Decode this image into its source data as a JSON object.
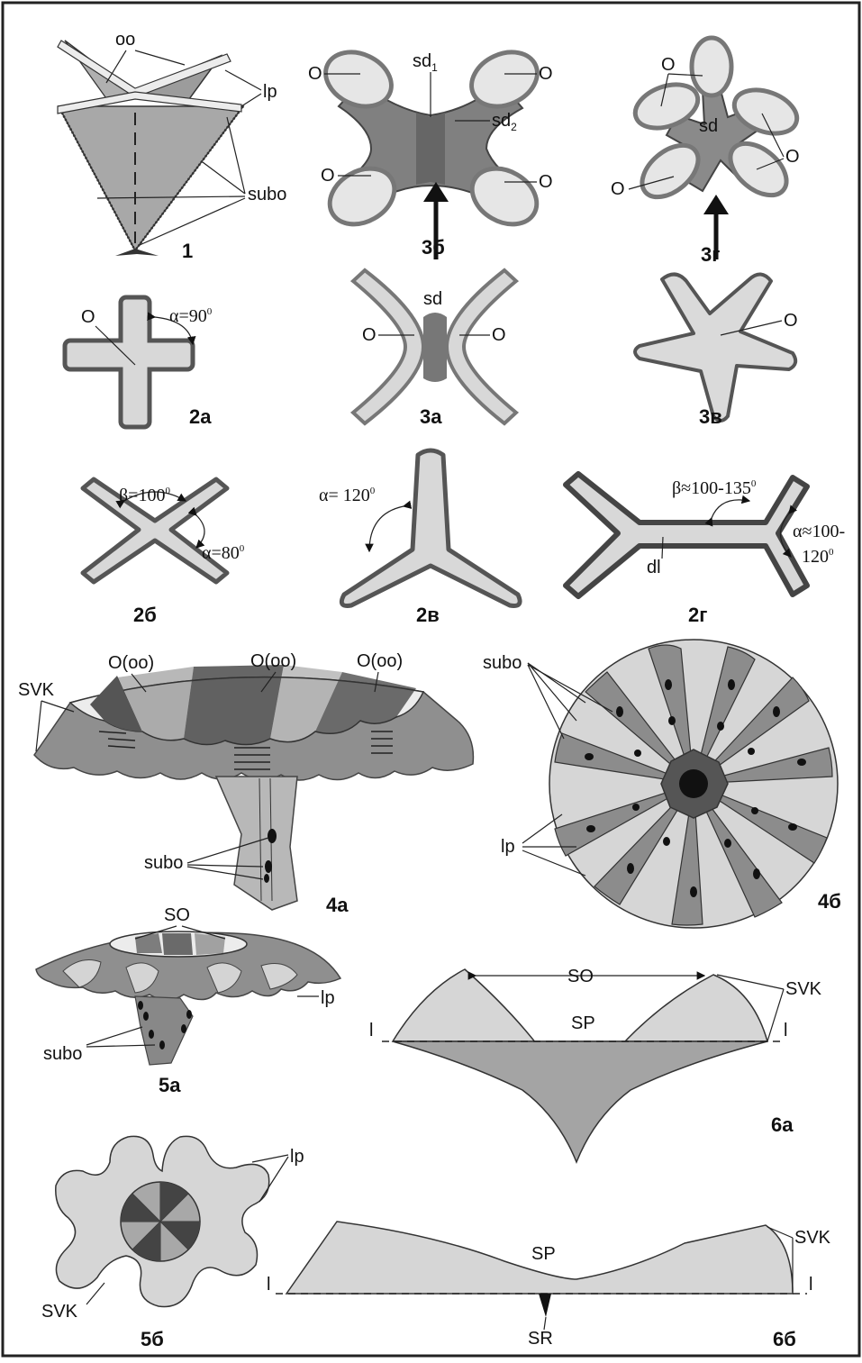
{
  "colors": {
    "dark": "#7a7a7a",
    "medium": "#a6a6a6",
    "light": "#d9d9d9",
    "pale": "#ebebeb",
    "outline": "#3a3a3a"
  },
  "labels": {
    "oo": "oo",
    "lp": "lp",
    "subo": "subo",
    "O": "O",
    "sd": "sd",
    "sd1_base": "sd",
    "sd1_sub": "1",
    "sd2_base": "sd",
    "sd2_sub": "2",
    "dl": "dl",
    "O_oo": "O(oo)",
    "SVK": "SVK",
    "SO": "SO",
    "SP": "SP",
    "SR": "SR",
    "l": "l"
  },
  "angles": {
    "a90": "α=90",
    "b100": "β=100",
    "a80": "α=80",
    "a120": "α= 120",
    "b100_135": "β≈100-135",
    "a100_120_a": "α≈100-",
    "a100_120_b": "120",
    "deg": "0"
  },
  "figures": {
    "f1": "1",
    "f2a": "2а",
    "f2b": "2б",
    "f2v": "2в",
    "f2g": "2г",
    "f3a": "3а",
    "f3b": "3б",
    "f3v": "3в",
    "f3g": "3г",
    "f4a": "4а",
    "f4b": "4б",
    "f5a": "5а",
    "f5b": "5б",
    "f6a": "6а",
    "f6b": "6б"
  }
}
